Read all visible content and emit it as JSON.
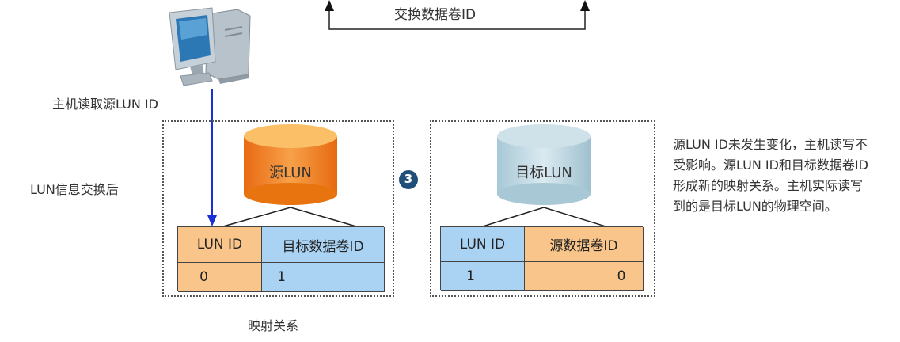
{
  "top_label": "交换数据卷ID",
  "host_label": "主机读取源LUN ID",
  "after_label": "LUN信息交换后",
  "step_number": "3",
  "left": {
    "cylinder_label": "源LUN",
    "header": [
      "LUN ID",
      "目标数据卷ID"
    ],
    "values": [
      "0",
      "1"
    ]
  },
  "right": {
    "cylinder_label": "目标LUN",
    "header": [
      "LUN ID",
      "源数据卷ID"
    ],
    "values": [
      "1",
      "0"
    ]
  },
  "mapping_label": "映射关系",
  "description": "源LUN ID未发生变化，主机读写不受影响。源LUN ID和目标数据卷ID形成新的映射关系。主机实际读写到的是目标LUN的物理空间。",
  "colors": {
    "orange": "#f9c58a",
    "blue": "#a9d2f3",
    "arrow": "#1a2fd6",
    "badge": "#1f4e79"
  },
  "icons": [
    "computer-icon"
  ]
}
